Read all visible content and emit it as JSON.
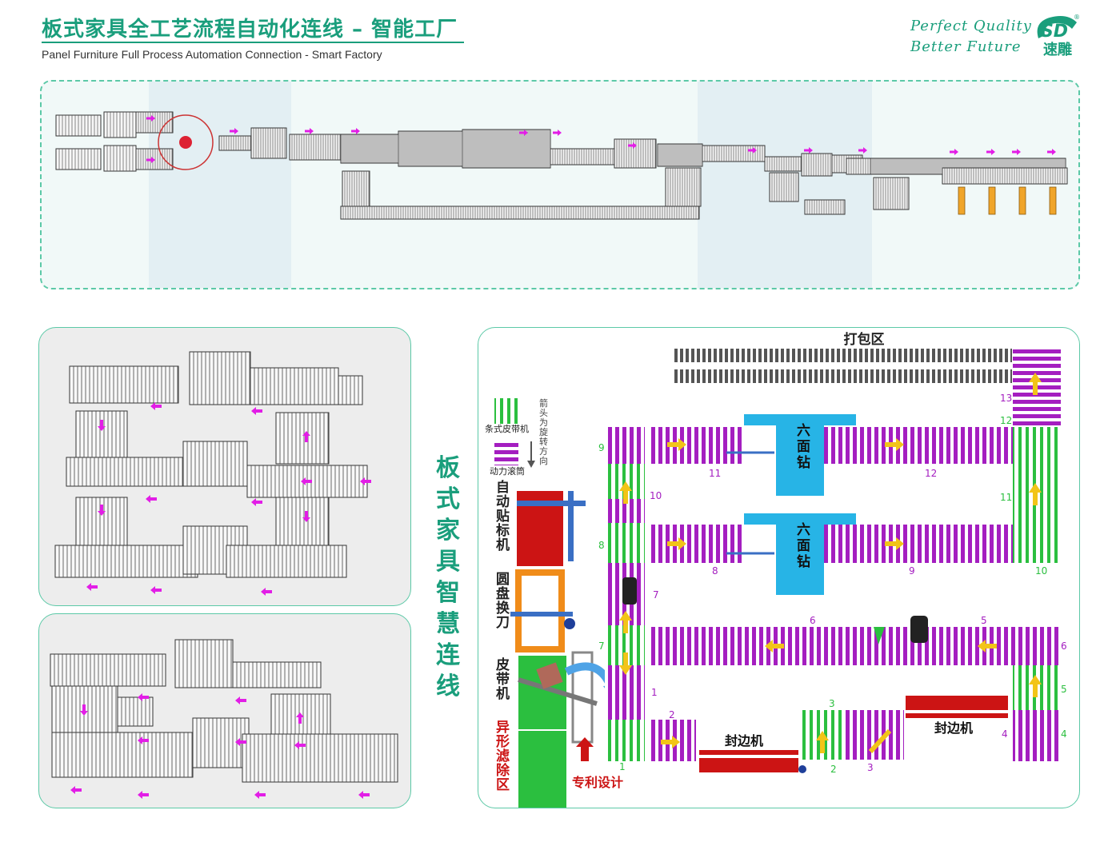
{
  "header": {
    "title": "板式家具全工艺流程自动化连线 – 智能工厂",
    "subtitle": "Panel Furniture Full Process Automation Connection - Smart Factory"
  },
  "brand": {
    "slogan_line1": "Perfect Quality",
    "slogan_line2": "Better Future",
    "logo_mark": "SD",
    "logo_name": "速雕",
    "registered": "®"
  },
  "side_title": [
    "板",
    "式",
    "家",
    "具",
    "智",
    "慧",
    "连",
    "线"
  ],
  "diagram": {
    "packing_zone": "打包区",
    "legend": {
      "belt_label": "条式皮带机",
      "roller_label": "动力滚筒",
      "arrow_note": "箭头为旋转方向"
    },
    "left_labels": {
      "auto_labeler": "自动贴标机",
      "disc_tool_change": "圆盘换刀",
      "belt_machine": "皮带机",
      "odd_shape_zone": "异形滤除区"
    },
    "patent": "专利设计",
    "edge_banding": "封边机",
    "six_side_drill": "六面钻",
    "station_numbers": [
      "1",
      "1",
      "2",
      "2",
      "3",
      "3",
      "4",
      "4",
      "5",
      "5",
      "6",
      "6",
      "7",
      "7",
      "8",
      "8",
      "9",
      "9",
      "10",
      "10",
      "11",
      "11",
      "12",
      "12",
      "13"
    ]
  },
  "colors": {
    "accent": "#1a9e7c",
    "roller": "#a41ec0",
    "belt": "#2bbf3f",
    "edge_bander": "#cc1414",
    "drill": "#27b4e6",
    "arrow_yellow": "#f2c418",
    "arrow_magenta": "#e21ee6"
  }
}
